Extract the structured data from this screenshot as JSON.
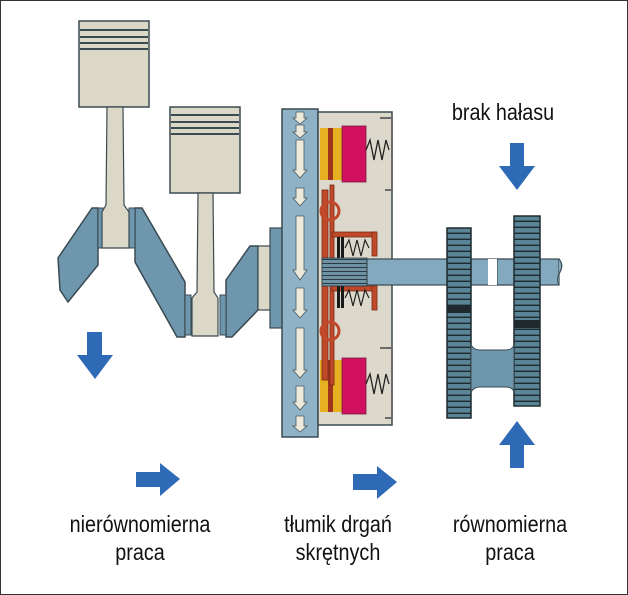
{
  "labels": {
    "top_right": "brak hałasu",
    "left": {
      "line1": "nierównomierna",
      "line2": "praca"
    },
    "middle": {
      "line1": "tłumik drgań",
      "line2": "skrętnych"
    },
    "right": {
      "line1": "równomierna",
      "line2": "praca"
    }
  },
  "colors": {
    "piston": "#dcd8c8",
    "crank": "#6e96ad",
    "shaft": "#82a9bd",
    "flywheel": "#8fb2c7",
    "damper_body": "#dcd9cc",
    "damper_hub": "#c0492a",
    "friction_yellow": "#e6b020",
    "mass_magenta": "#d21060",
    "gear": "#5a8596",
    "gear_dark": "#1e2a2e",
    "arrow": "#2e6ab5",
    "outline": "#3a4a52"
  },
  "arrows": [
    {
      "name": "noise-arrow-down",
      "direction": "down"
    },
    {
      "name": "noise-arrow-up",
      "direction": "up"
    },
    {
      "name": "uneven-vibration-arrow",
      "direction": "down"
    },
    {
      "name": "flow-arrow-left",
      "direction": "right"
    },
    {
      "name": "flow-arrow-middle",
      "direction": "right"
    }
  ]
}
